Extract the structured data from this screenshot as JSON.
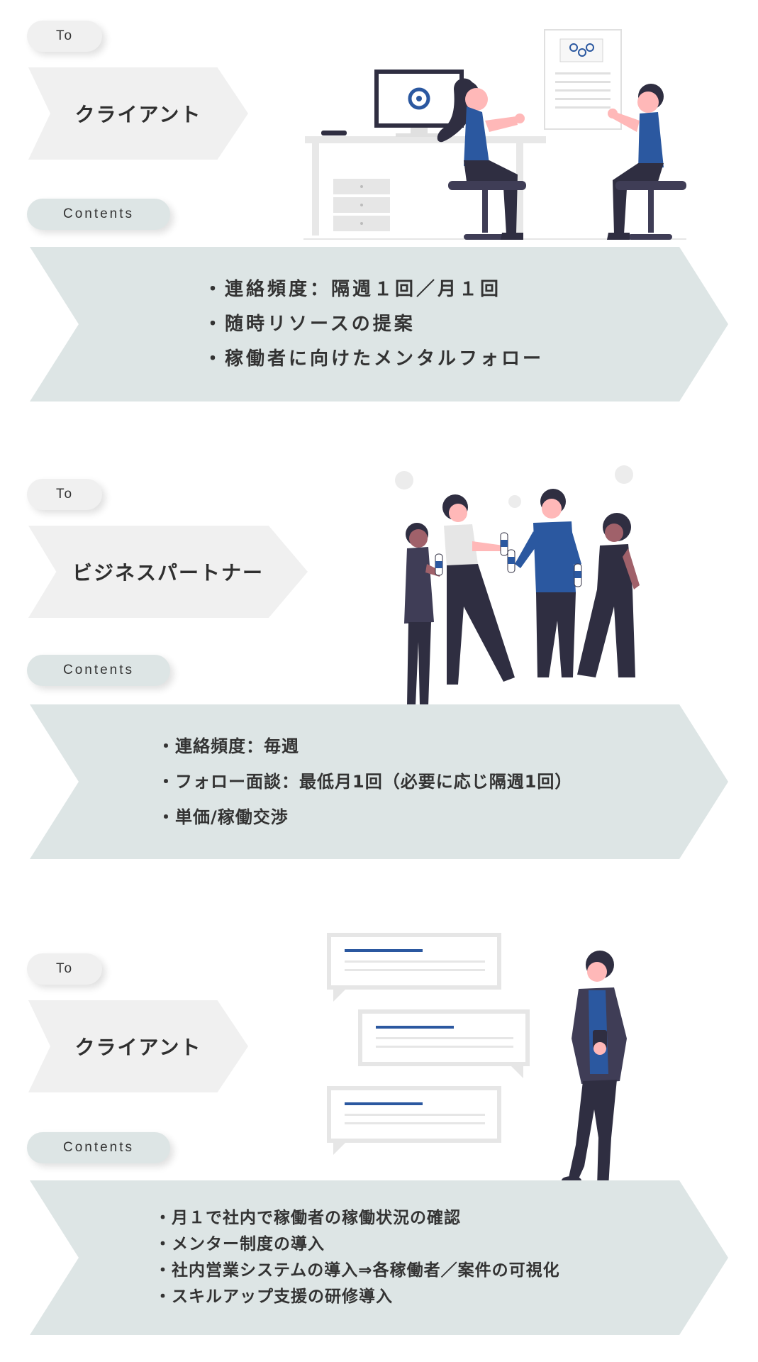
{
  "colors": {
    "arrow_gray": "#f0f0f0",
    "contents_teal": "#dde5e5",
    "illustration_blue": "#2b58a0",
    "illustration_dark": "#2f2e41"
  },
  "sections": [
    {
      "to_label": "To",
      "target": "クライアント",
      "contents_label": "Contents",
      "items": [
        "・連絡頻度：隔週１回／月１回",
        "・随時リソースの提案",
        "・稼働者に向けたメンタルフォロー"
      ],
      "illustration": "two-people-at-desk-illustration"
    },
    {
      "to_label": "To",
      "target": "ビジネスパートナー",
      "contents_label": "Contents",
      "items": [
        "・連絡頻度：毎週",
        "・フォロー面談：最低月1回（必要に応じ隔週1回）",
        "・単価/稼働交渉"
      ],
      "illustration": "group-toasting-illustration"
    },
    {
      "to_label": "To",
      "target": "クライアント",
      "contents_label": "Contents",
      "items": [
        "・月１で社内で稼働者の稼働状況の確認",
        "・メンター制度の導入",
        "・社内営業システムの導入⇒各稼働者／案件の可視化",
        "・スキルアップ支援の研修導入"
      ],
      "illustration": "person-with-chat-bubbles-illustration"
    }
  ]
}
